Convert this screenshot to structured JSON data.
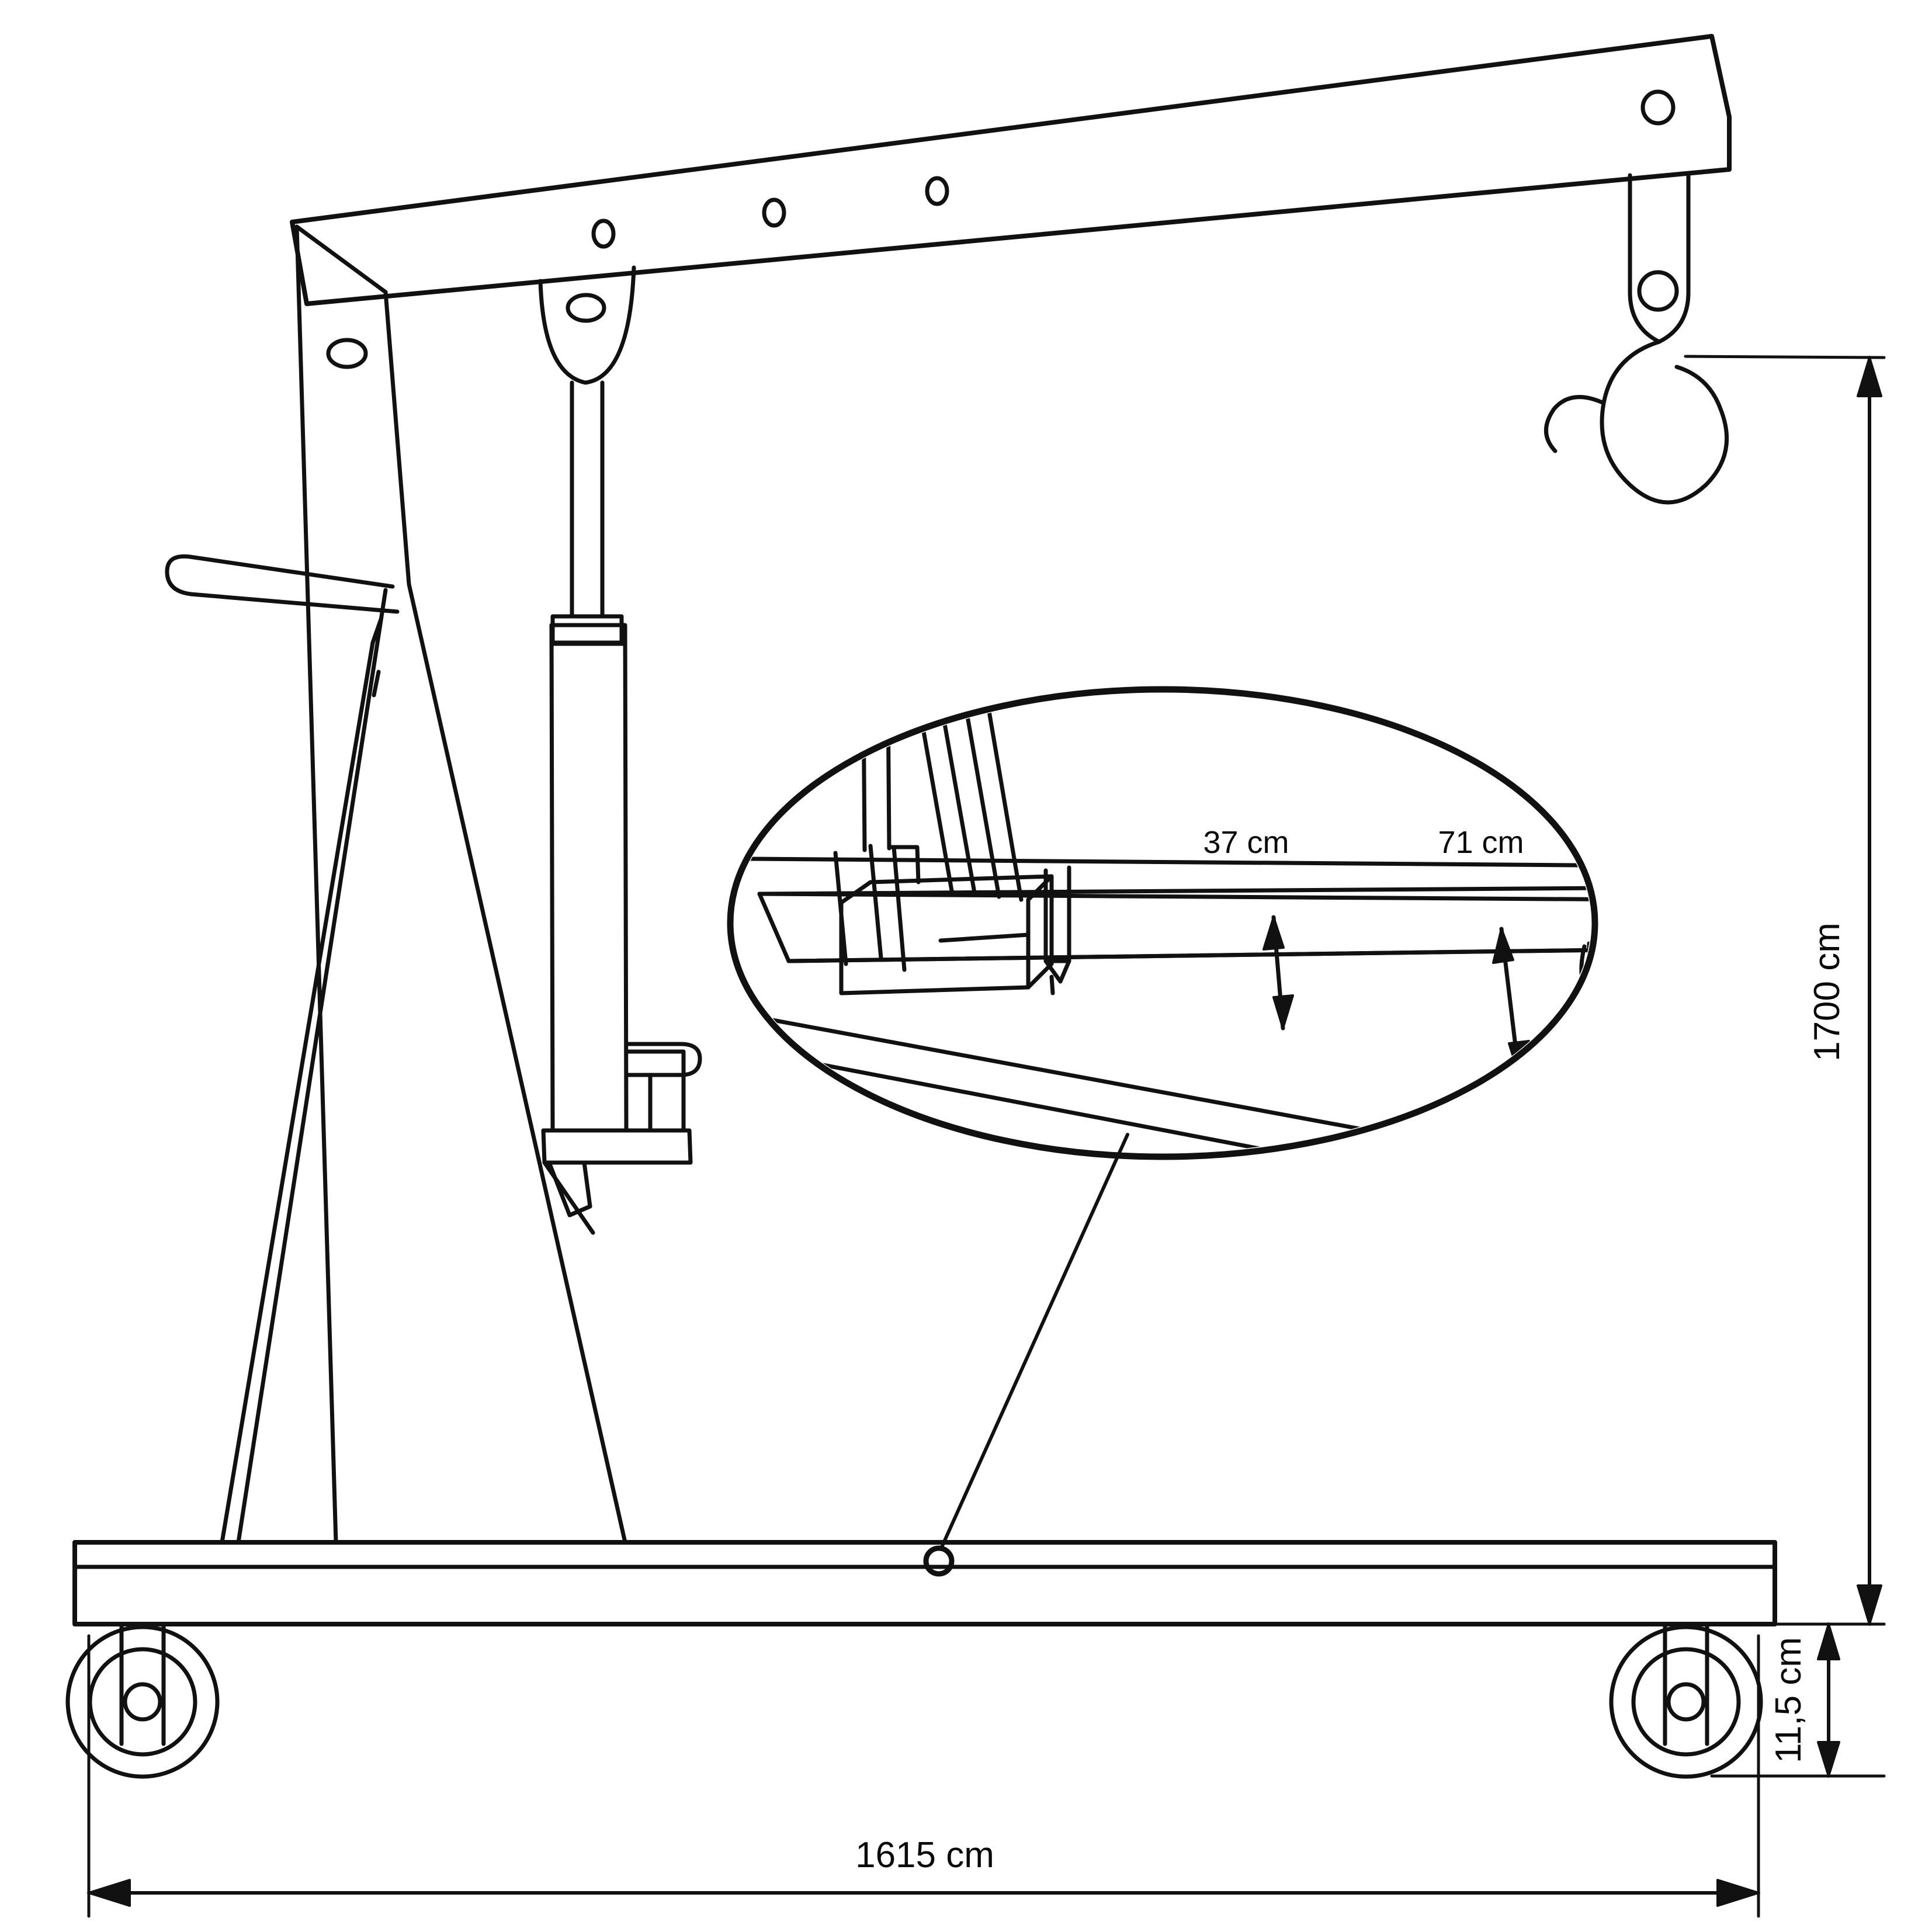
{
  "drawing": {
    "title": "Shop crane / engine hoist technical dimension drawing",
    "type": "technical-line-drawing",
    "background_color": "#ffffff",
    "line_color": "#111111",
    "units": "cm"
  },
  "dimensions": {
    "height": {
      "value": "1700 cm",
      "orientation": "vertical",
      "position": "right"
    },
    "width": {
      "value": "1615 cm",
      "orientation": "horizontal",
      "position": "bottom"
    },
    "base_thickness": {
      "value": "11,5 cm",
      "orientation": "vertical",
      "position": "bottom-right"
    }
  },
  "detail_view": {
    "shape": "ellipse",
    "callout_labels": [
      {
        "value": "37 cm",
        "target": "inner-cross-beam-clearance"
      },
      {
        "value": "71 cm",
        "target": "outer-leg-clearance"
      }
    ]
  },
  "parts": {
    "boom": "angled-top-boom-with-adjustment-holes",
    "boom_holes": 4,
    "hook": "swivel-lifting-hook",
    "mast": "vertical-mast-column",
    "strut": "diagonal-a-frame-strut",
    "handle": "push-handle",
    "cylinder": "hydraulic-ram-cylinder",
    "pump_handle": "release-valve-lever",
    "base": "wheeled-base-frame",
    "casters": 2
  }
}
